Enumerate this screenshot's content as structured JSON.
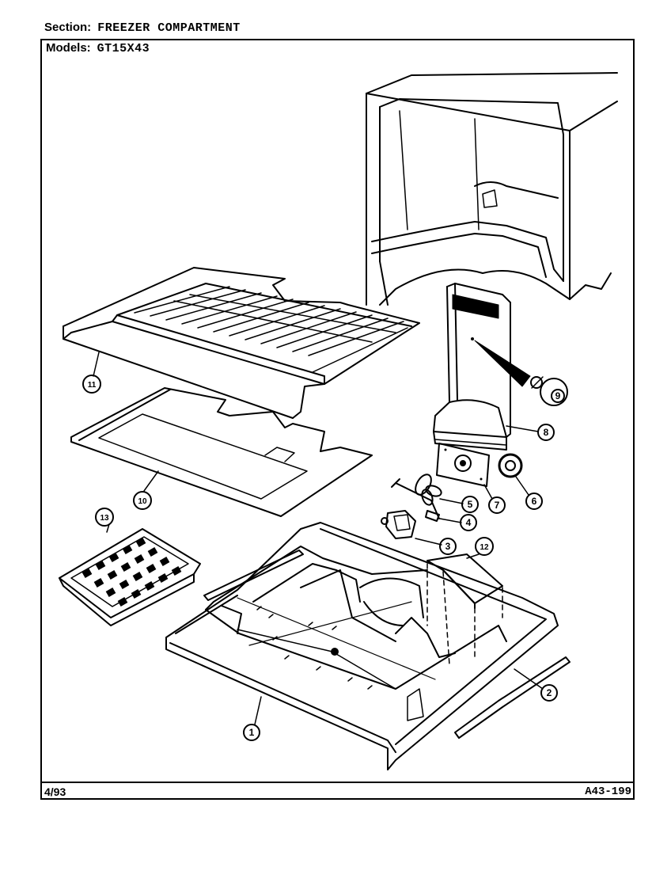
{
  "header": {
    "section_label": "Section:",
    "section_value": "FREEZER COMPARTMENT",
    "models_label": "Models:",
    "models_value": "GT15X43"
  },
  "footer": {
    "date": "4/93",
    "code": "A43-199"
  },
  "callouts": [
    "1",
    "2",
    "3",
    "4",
    "5",
    "6",
    "7",
    "8",
    "9",
    "10",
    "11",
    "12",
    "13"
  ]
}
